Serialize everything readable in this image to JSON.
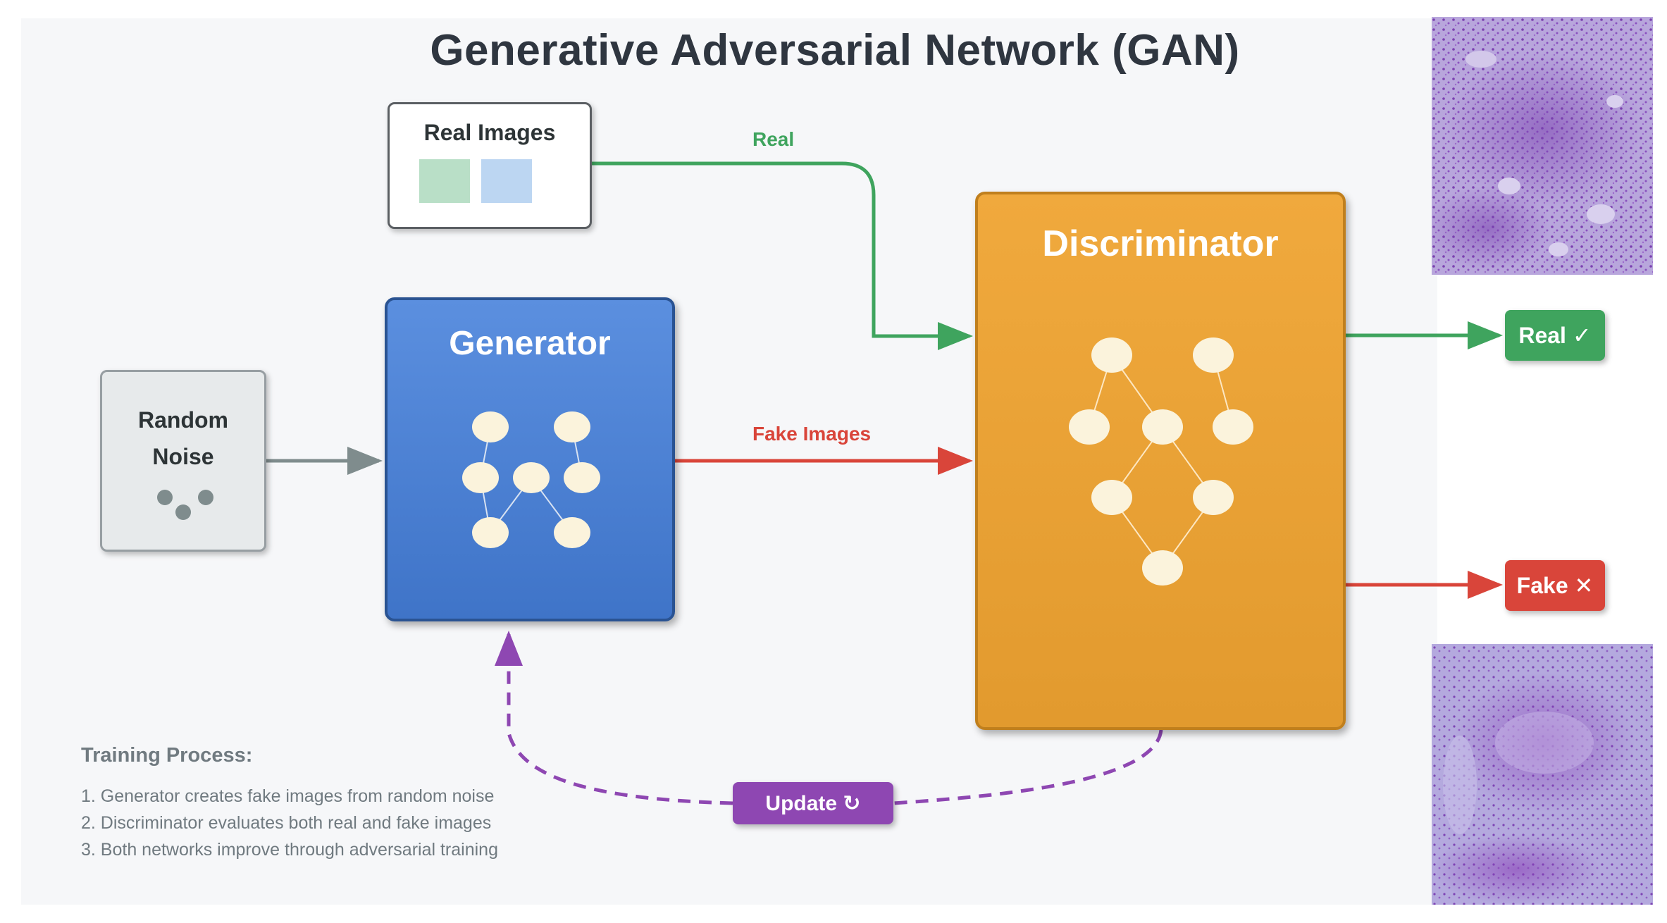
{
  "title": "Generative Adversarial Network (GAN)",
  "nodes": {
    "real_images": "Real Images",
    "random_noise_line1": "Random",
    "random_noise_line2": "Noise",
    "generator": "Generator",
    "discriminator": "Discriminator"
  },
  "edges": {
    "real_label": "Real",
    "fake_label": "Fake Images"
  },
  "outputs": {
    "real": "Real ✓",
    "fake": "Fake ✕"
  },
  "feedback": {
    "update": "Update ↻"
  },
  "training": {
    "heading": "Training Process:",
    "steps": [
      "1. Generator creates fake images from random noise",
      "2. Discriminator evaluates both real and fake images",
      "3. Both networks improve through adversarial training"
    ]
  },
  "colors": {
    "real_green": "#3fa45e",
    "fake_red": "#d9453a",
    "noise_gray": "#7f8c8d",
    "update_purple": "#8e47b2",
    "generator_blue": "#4a80d6",
    "discriminator_orange": "#eca33a"
  },
  "side_images": [
    "histology-micrograph-top",
    "histology-micrograph-bottom"
  ]
}
